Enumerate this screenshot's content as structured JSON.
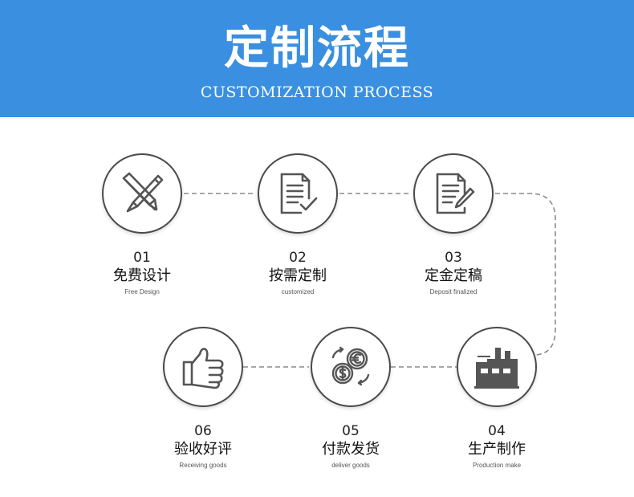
{
  "header": {
    "title": "定制流程",
    "subtitle": "CUSTOMIZATION PROCESS",
    "background_color": "#3a8fe0"
  },
  "steps": [
    {
      "number": "01",
      "title": "免费设计",
      "subtitle_en": "Free Design",
      "icon": "pencil-pen-crossed-icon"
    },
    {
      "number": "02",
      "title": "按需定制",
      "subtitle_en": "customized",
      "icon": "document-checkmark-icon"
    },
    {
      "number": "03",
      "title": "定金定稿",
      "subtitle_en": "Deposit finalized",
      "icon": "document-pencil-icon"
    },
    {
      "number": "04",
      "title": "生产制作",
      "subtitle_en": "Production make",
      "icon": "factory-icon"
    },
    {
      "number": "05",
      "title": "付款发货",
      "subtitle_en": "deliver goods",
      "icon": "currency-coins-icon"
    },
    {
      "number": "06",
      "title": "验收好评",
      "subtitle_en": "Receiving goods",
      "icon": "thumbs-up-icon"
    }
  ]
}
